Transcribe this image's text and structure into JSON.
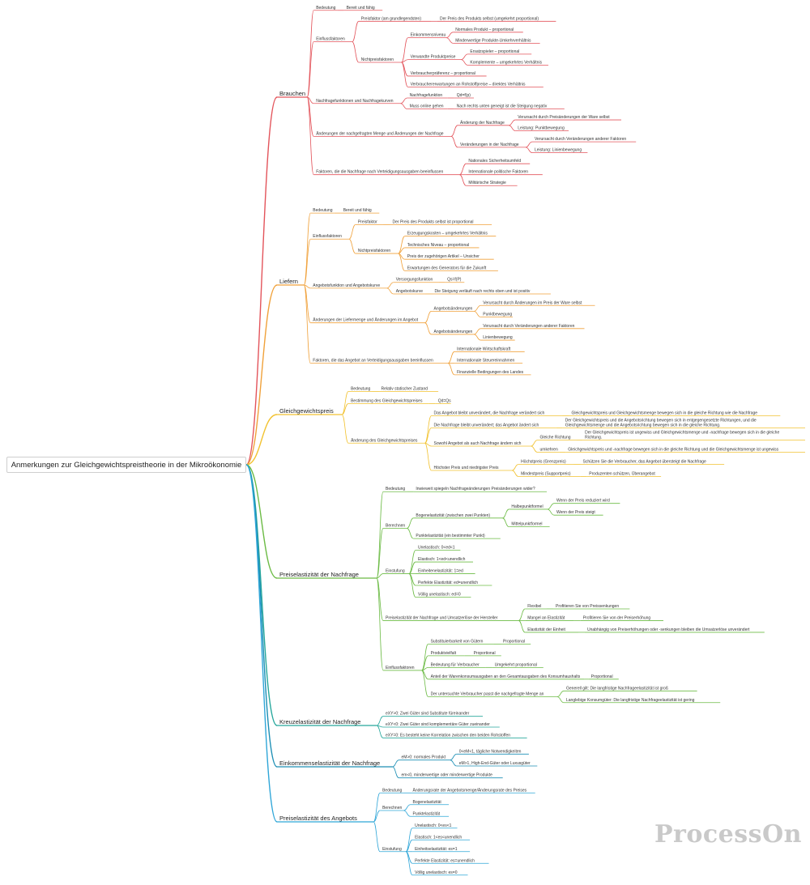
{
  "root": "Anmerkungen zur Gleichgewichtspreistheorie in der Mikroökonomie",
  "watermark": "ProcessOn",
  "colors": {
    "Brauchen": "#e3545b",
    "Liefern": "#f0a13a",
    "Gleichgewichtspreis": "#f2c230",
    "Preiselastizität der Nachfrage": "#6cbb45",
    "Kreuzelastizität der Nachfrage": "#26a79c",
    "Einkommenselastizität der Nachfrage": "#1d8fb5",
    "Preiselastizität des Angebots": "#2fa6d8"
  },
  "branches": [
    {
      "label": "Brauchen",
      "children": [
        {
          "label": "Bedeutung",
          "children": [
            {
              "label": "Bereit und fähig"
            }
          ]
        },
        {
          "label": "Einflussfaktoren",
          "children": [
            {
              "label": "Preisfaktor (am grundlegendsten)",
              "children": [
                {
                  "label": "Der Preis des Produkts selbst (umgekehrt proportional)"
                }
              ]
            },
            {
              "label": "Nichtpreisfaktoren",
              "children": [
                {
                  "label": "Einkommensniveau",
                  "children": [
                    {
                      "label": "Normales Produkt – proportional"
                    },
                    {
                      "label": "Minderwertige Produkte-Umkehrverhältnis"
                    }
                  ]
                },
                {
                  "label": "Verwandte Produktpreise",
                  "children": [
                    {
                      "label": "Ersatzspieler – proportional"
                    },
                    {
                      "label": "Komplemente – umgekehrtes Verhältnis"
                    }
                  ]
                },
                {
                  "label": "Verbraucherpräferenz – proportional"
                },
                {
                  "label": "Verbrauchererwartungen an Rohstoffpreise – direktes Verhältnis"
                }
              ]
            }
          ]
        },
        {
          "label": "Nachfragefunktionen und Nachfragekurven",
          "children": [
            {
              "label": "Nachfragefunktion",
              "children": [
                {
                  "label": "Qd=f(p)"
                }
              ]
            },
            {
              "label": "Muss online gehen",
              "children": [
                {
                  "label": "Nach rechts unten geneigt ist die Steigung negativ"
                }
              ]
            }
          ]
        },
        {
          "label": "Änderungen der nachgefragten Menge und Änderungen der Nachfrage",
          "children": [
            {
              "label": "Änderung der Nachfrage",
              "children": [
                {
                  "label": "Verursacht durch Preisänderungen der Ware selbst"
                },
                {
                  "label": "Leistung: Punktbewegung"
                }
              ]
            },
            {
              "label": "Veränderungen in der Nachfrage",
              "children": [
                {
                  "label": "Verursacht durch Veränderungen anderer Faktoren"
                },
                {
                  "label": "Leistung: Linienbewegung"
                }
              ]
            }
          ]
        },
        {
          "label": "Faktoren, die die Nachfrage nach Verteidigungsausgaben beeinflussen",
          "children": [
            {
              "label": "Nationales Sicherheitsumfeld"
            },
            {
              "label": "Internationale politische Faktoren"
            },
            {
              "label": "Militärische Strategie"
            }
          ]
        }
      ]
    },
    {
      "label": "Liefern",
      "children": [
        {
          "label": "Bedeutung",
          "children": [
            {
              "label": "Bereit und fähig"
            }
          ]
        },
        {
          "label": "Einflussfaktoren",
          "children": [
            {
              "label": "Preisfaktor",
              "children": [
                {
                  "label": "Der Preis des Produkts selbst ist proportional"
                }
              ]
            },
            {
              "label": "Nichtpreisfaktoren",
              "children": [
                {
                  "label": "Erzeugungskosten – umgekehrtes Verhältnis"
                },
                {
                  "label": "Technisches Niveau – proportional"
                },
                {
                  "label": "Preis der zugehörigen Artikel – Unsicher"
                },
                {
                  "label": "Erwartungen des Generators für die Zukunft"
                }
              ]
            }
          ]
        },
        {
          "label": "Angebotsfunktion und Angebotskurve",
          "children": [
            {
              "label": "Versorgungsfunktion",
              "children": [
                {
                  "label": "Qs=f(P)"
                }
              ]
            },
            {
              "label": "Angebotskurve",
              "children": [
                {
                  "label": "Die Steigung verläuft nach rechts oben und ist positiv"
                }
              ]
            }
          ]
        },
        {
          "label": "Änderungen der Liefermenge und Änderungen im Angebot",
          "children": [
            {
              "label": "Angebotsänderungen",
              "children": [
                {
                  "label": "Verursacht durch Änderungen im Preis der Ware selbst"
                },
                {
                  "label": "Punktbewegung"
                }
              ]
            },
            {
              "label": "Angebotsänderungen",
              "children": [
                {
                  "label": "Verursacht durch Veränderungen anderer Faktoren"
                },
                {
                  "label": "Linienbewegung"
                }
              ]
            }
          ]
        },
        {
          "label": "Faktoren, die das Angebot an Verteidigungsausgaben beeinflussen",
          "children": [
            {
              "label": "Internationale Wirtschaftskraft"
            },
            {
              "label": "Internationale Steuereinnahmen"
            },
            {
              "label": "Finanzielle Bedingungen des Landes"
            }
          ]
        }
      ]
    },
    {
      "label": "Gleichgewichtspreis",
      "children": [
        {
          "label": "Bedeutung",
          "children": [
            {
              "label": "Relativ statischer Zustand"
            }
          ]
        },
        {
          "label": "Bestimmung des Gleichgewichtspreises",
          "children": [
            {
              "label": "Qd=Qs"
            }
          ]
        },
        {
          "label": "Änderung des Gleichgewichtspreises",
          "children": [
            {
              "label": "Das Angebot bleibt unverändert, die Nachfrage verändert sich",
              "children": [
                {
                  "label": "Gleichgewichtspreis und Gleichgewichtsmenge bewegen sich in die gleiche Richtung wie die Nachfrage"
                }
              ]
            },
            {
              "label": "Die Nachfrage bleibt unverändert; das Angebot ändert sich",
              "children": [
                {
                  "label": "Der Gleichgewichtspreis und die Angebotsrichtung bewegen sich in entgegengesetzte Richtungen, und die Gleichgewichtsmenge und die Angebotsrichtung bewegen sich in die gleiche Richtung."
                }
              ]
            },
            {
              "label": "Sowohl Angebot als auch Nachfrage ändern sich",
              "children": [
                {
                  "label": "Gleiche Richtung",
                  "children": [
                    {
                      "label": "Der Gleichgewichtspreis ist ungewiss und Gleichgewichtsmenge und -nachfrage bewegen sich in die gleiche Richtung."
                    }
                  ]
                },
                {
                  "label": "umkehren",
                  "children": [
                    {
                      "label": "Gleichgewichtspreis und -nachfrage bewegen sich in die gleiche Richtung und die Gleichgewichtsmenge ist ungewiss"
                    }
                  ]
                }
              ]
            },
            {
              "label": "Höchster Preis und niedrigster Preis",
              "children": [
                {
                  "label": "Höchstpreis (Grenzpreis)",
                  "children": [
                    {
                      "label": "Schützen Sie die Verbraucher, das Angebot übersteigt die Nachfrage"
                    }
                  ]
                },
                {
                  "label": "Mindestpreis (Supportpreis)",
                  "children": [
                    {
                      "label": "Produzenten schützen, Überangebot"
                    }
                  ]
                }
              ]
            }
          ]
        }
      ]
    },
    {
      "label": "Preiselastizität der Nachfrage",
      "children": [
        {
          "label": "Bedeutung",
          "children": [
            {
              "label": "Inwieweit spiegeln Nachfrageänderungen Preisänderungen wider?"
            }
          ]
        },
        {
          "label": "Berechnen",
          "children": [
            {
              "label": "Bogenelastizität (zwischen zwei Punkten)",
              "children": [
                {
                  "label": "Halbepunktformel",
                  "children": [
                    {
                      "label": "Wenn der Preis reduziert wird"
                    },
                    {
                      "label": "Wenn der Preis steigt"
                    }
                  ]
                },
                {
                  "label": "Mittelpunktformel"
                }
              ]
            },
            {
              "label": "Punktelastizität (ein bestimmter Punkt)"
            }
          ]
        },
        {
          "label": "Einstufung",
          "children": [
            {
              "label": "Unelastisch: 0<ed<1"
            },
            {
              "label": "Elastisch: 1<ed<unendlich"
            },
            {
              "label": "Einheitenelastizität: 1=ed"
            },
            {
              "label": "Perfekte Elastizität: ed=unendlich"
            },
            {
              "label": "Völlig unelastisch: ed=0"
            }
          ]
        },
        {
          "label": "Preiselastizität der Nachfrage und Umsatzerlöse der Hersteller",
          "children": [
            {
              "label": "Flexibel",
              "children": [
                {
                  "label": "Profitieren Sie von Preissenkungen"
                }
              ]
            },
            {
              "label": "Mangel an Elastizität",
              "children": [
                {
                  "label": "Profitieren Sie von der Preiserhöhung"
                }
              ]
            },
            {
              "label": "Elastizität der Einheit",
              "children": [
                {
                  "label": "Unabhängig von Preiserhöhungen oder -senkungen bleiben die Umsatzerlöse unverändert"
                }
              ]
            }
          ]
        },
        {
          "label": "Einflussfaktoren",
          "children": [
            {
              "label": "Substituierbarkeit von Gütern",
              "children": [
                {
                  "label": "Proportional"
                }
              ]
            },
            {
              "label": "Produktvielfalt",
              "children": [
                {
                  "label": "Proportional"
                }
              ]
            },
            {
              "label": "Bedeutung für Verbraucher",
              "children": [
                {
                  "label": "Umgekehrt proportional"
                }
              ]
            },
            {
              "label": "Anteil der Warenkonsumausgaben an den Gesamtausgaben des Konsumhaushalts",
              "children": [
                {
                  "label": "Proportional"
                }
              ]
            },
            {
              "label": "Der untersuchte Verbraucher passt die nachgefragte Menge an",
              "children": [
                {
                  "label": "Generell gilt: Die langfristige Nachfrageelastizität ist groß"
                },
                {
                  "label": "Langlebige Konsumgüter: Die langfristige Nachfrageelastizität ist gering"
                }
              ]
            }
          ]
        }
      ]
    },
    {
      "label": "Kreuzelastizität der Nachfrage",
      "children": [
        {
          "label": "eXY>0: Zwei Güter sind Substitute füreinander"
        },
        {
          "label": "eXY<0: Zwei Güter sind komplementäre Güter zueinander"
        },
        {
          "label": "eXY=0: Es besteht keine Korrelation zwischen den beiden Rohstoffen"
        }
      ]
    },
    {
      "label": "Einkommenselastizität der Nachfrage",
      "children": [
        {
          "label": "eM>0: normales Produkt",
          "children": [
            {
              "label": "0<eM<1, tägliche Notwendigkeiten"
            },
            {
              "label": "eM>1, High-End-Güter oder Luxusgüter"
            }
          ]
        },
        {
          "label": "em<0, minderwertige oder minderwertige Produkte"
        }
      ]
    },
    {
      "label": "Preiselastizität des Angebots",
      "children": [
        {
          "label": "Bedeutung",
          "children": [
            {
              "label": "Änderungsrate der Angebotsmenge/Änderungsrate des Preises"
            }
          ]
        },
        {
          "label": "Berechnen",
          "children": [
            {
              "label": "Bogenelastizität"
            },
            {
              "label": "Punktelastizität"
            }
          ]
        },
        {
          "label": "Einstufung",
          "children": [
            {
              "label": "Unelastisch: 0<es<1"
            },
            {
              "label": "Elastisch: 1<es<unendlich"
            },
            {
              "label": "Einheitselastizität: es=1"
            },
            {
              "label": "Perfekte Elastizität: es=unendlich"
            },
            {
              "label": "Völlig unelastisch: es=0"
            }
          ]
        }
      ]
    }
  ]
}
